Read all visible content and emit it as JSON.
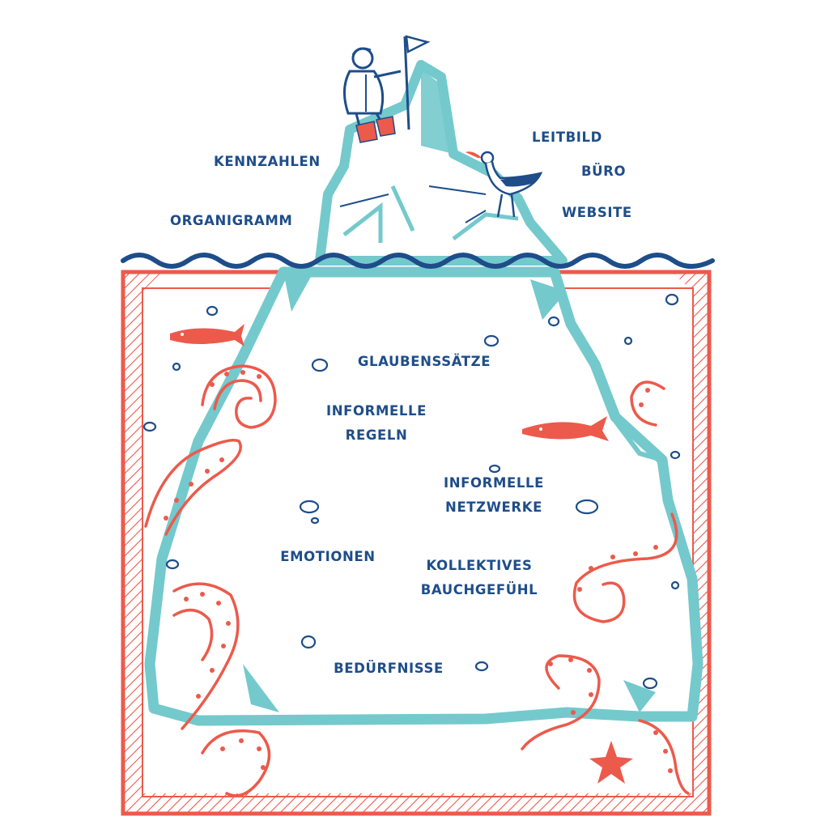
{
  "colors": {
    "ice": "#74c9cc",
    "ink": "#1e4d8a",
    "coral": "#ec5a4c",
    "background": "#ffffff"
  },
  "above_water": {
    "labels": [
      {
        "id": "kennzahlen",
        "text": "KENNZAHLEN"
      },
      {
        "id": "organigramm",
        "text": "ORGANIGRAMM"
      },
      {
        "id": "leitbild",
        "text": "LEITBILD"
      },
      {
        "id": "buero",
        "text": "BÜRO"
      },
      {
        "id": "website",
        "text": "WEBSITE"
      }
    ]
  },
  "below_water": {
    "labels": [
      {
        "id": "glaubenssaetze",
        "lines": [
          "GLAUBENSSÄTZE"
        ]
      },
      {
        "id": "informelle-regeln",
        "lines": [
          "INFORMELLE",
          "REGELN"
        ]
      },
      {
        "id": "informelle-netzwerke",
        "lines": [
          "INFORMELLE",
          "NETZWERKE"
        ]
      },
      {
        "id": "emotionen",
        "lines": [
          "EMOTIONEN"
        ]
      },
      {
        "id": "kollektives-bauchgefuehl",
        "lines": [
          "KOLLEKTIVES",
          "BAUCHGEFÜHL"
        ]
      },
      {
        "id": "beduerfnisse",
        "lines": [
          "BEDÜRFNISSE"
        ]
      }
    ]
  },
  "illustration": {
    "icons": [
      "climber-with-flag-icon",
      "seagull-icon",
      "fish-icon",
      "octopus-tentacle-icon",
      "starfish-icon",
      "bubble-icon"
    ]
  }
}
